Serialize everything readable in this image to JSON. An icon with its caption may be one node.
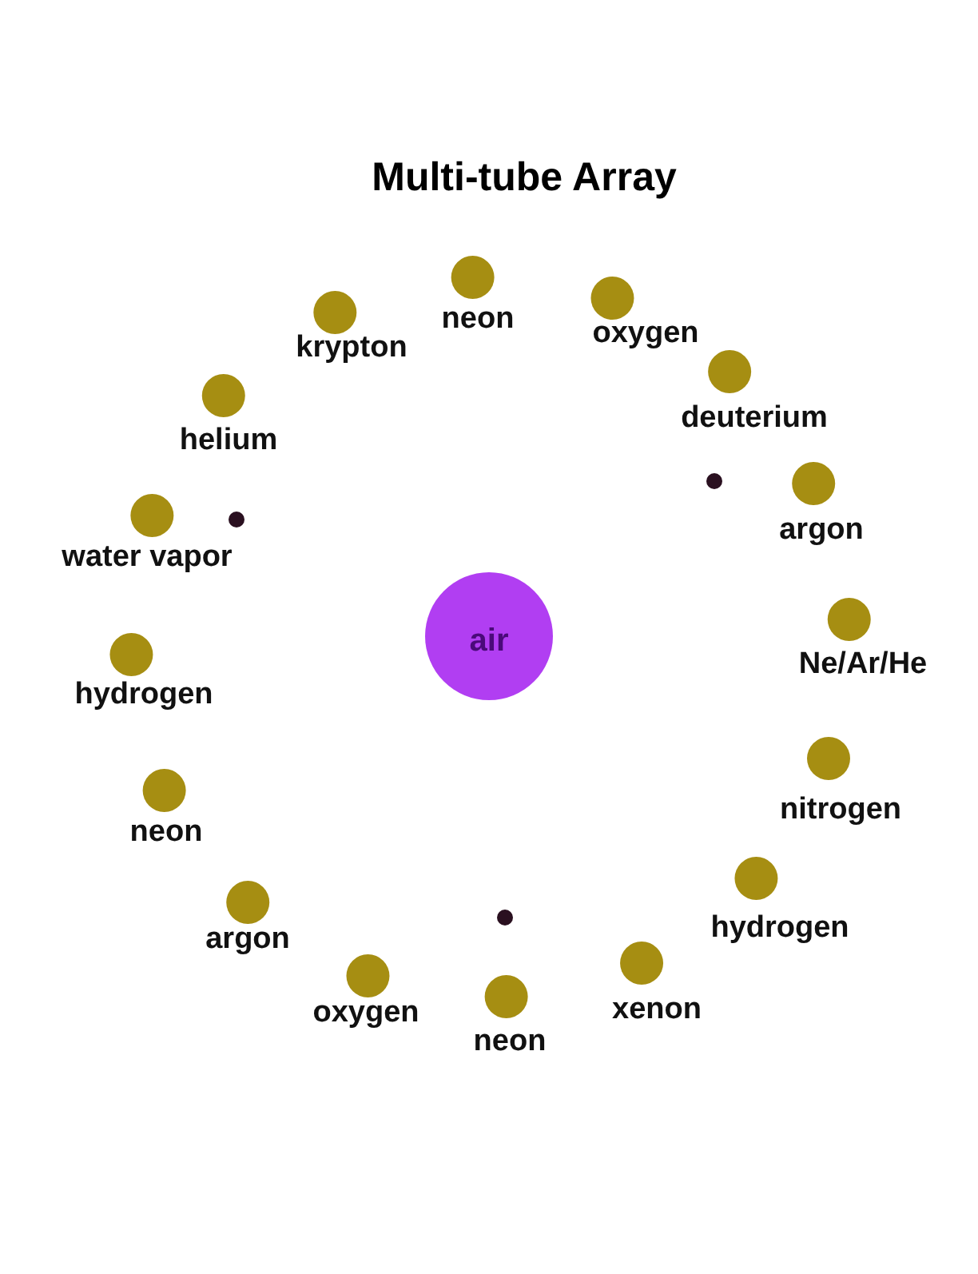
{
  "diagram": {
    "title": "Multi-tube Array",
    "nodes": [
      {
        "text": [],
        "shape": "circle",
        "beside": [
          "krypton"
        ]
      },
      {
        "text": [],
        "shape": "circle",
        "beside": [
          "neon"
        ]
      },
      {
        "text": [],
        "shape": "circle",
        "beside": [
          "oxygen"
        ]
      },
      {
        "text": [],
        "shape": "circle",
        "beside": [
          "helium"
        ]
      },
      {
        "text": [],
        "shape": "circle",
        "beside": [
          "deuterium"
        ]
      },
      {
        "text": [],
        "shape": "circle",
        "beside": [
          "water vapor"
        ]
      },
      {
        "text": [],
        "shape": "dot"
      },
      {
        "text": [],
        "shape": "dot"
      },
      {
        "text": [],
        "shape": "circle",
        "beside": [
          "argon"
        ]
      },
      {
        "text": [
          "air"
        ]
      },
      {
        "text": [],
        "shape": "circle",
        "beside": [
          "Ne/Ar/He"
        ]
      },
      {
        "text": [],
        "shape": "circle",
        "beside": [
          "hydrogen"
        ]
      },
      {
        "text": [],
        "shape": "circle",
        "beside": [
          "nitrogen"
        ]
      },
      {
        "text": [],
        "shape": "circle",
        "beside": [
          "neon"
        ]
      },
      {
        "text": [],
        "shape": "circle",
        "beside": [
          "hydrogen"
        ]
      },
      {
        "text": [],
        "shape": "circle",
        "beside": [
          "argon"
        ]
      },
      {
        "text": [],
        "shape": "dot"
      },
      {
        "text": [],
        "shape": "circle",
        "beside": [
          "oxygen"
        ]
      },
      {
        "text": [],
        "shape": "circle",
        "beside": [
          "neon"
        ]
      },
      {
        "text": [],
        "shape": "circle",
        "beside": [
          "xenon"
        ]
      }
    ]
  }
}
